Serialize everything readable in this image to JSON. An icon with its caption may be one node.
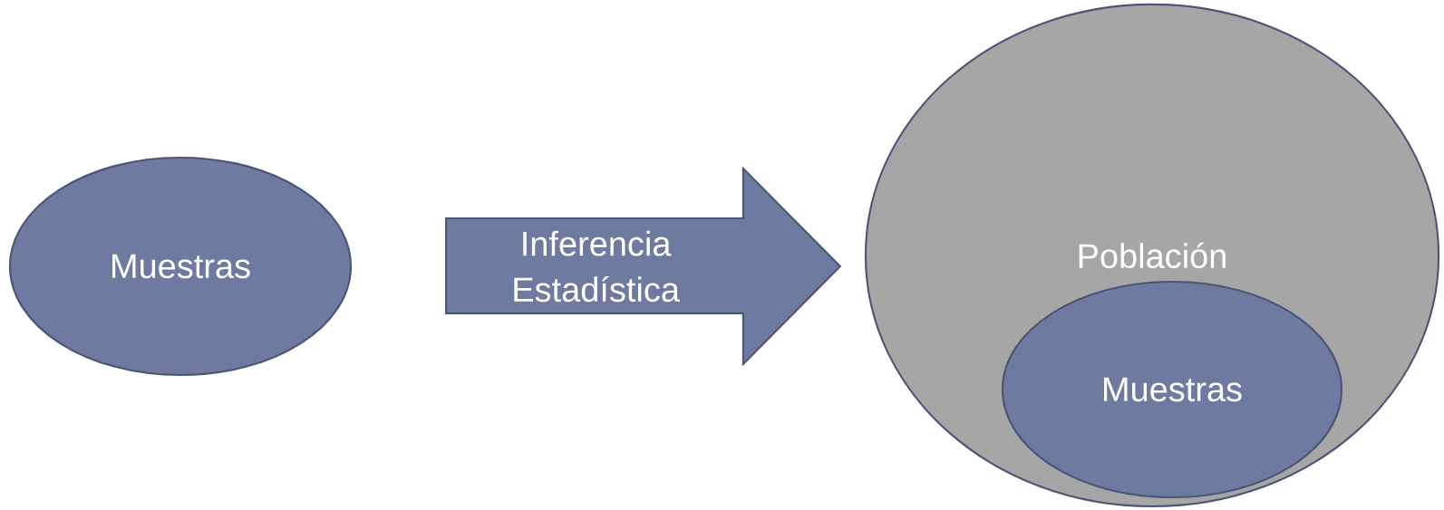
{
  "diagram": {
    "nodes": [
      {
        "text": [
          "Muestras"
        ]
      },
      {
        "text": [
          "Población"
        ]
      },
      {
        "text": [
          "Muestras"
        ],
        "in": 1
      }
    ],
    "edges": [
      {
        "from": 0,
        "to": 1,
        "arrow": "to",
        "label": "Inferencia Estadística"
      }
    ]
  }
}
